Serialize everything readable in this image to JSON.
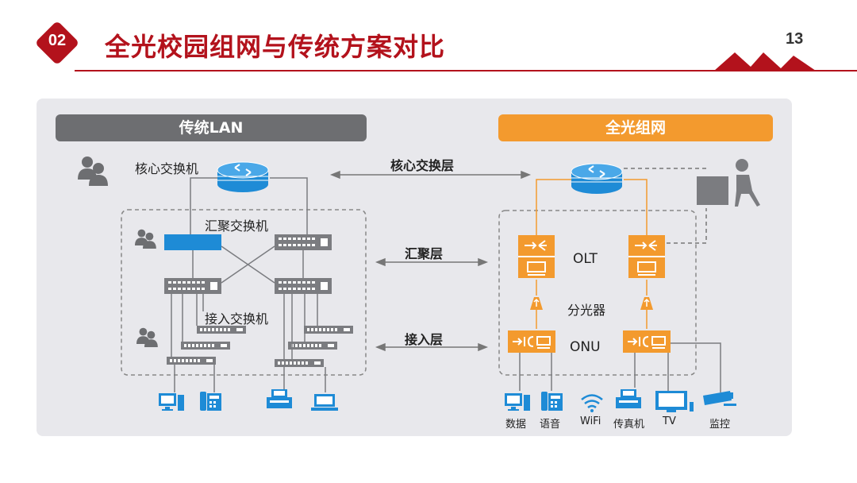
{
  "slide": {
    "section_number": "02",
    "title": "全光校园组网与传统方案对比",
    "page_number": "13"
  },
  "left": {
    "header": "传统LAN",
    "core_label": "核心交换机",
    "aggregation_label": "汇聚交换机",
    "access_label": "接入交换机"
  },
  "right": {
    "header": "全光组网",
    "olt_label": "OLT",
    "splitter_label": "分光器",
    "onu_label": "ONU",
    "terminals": [
      "数据",
      "语音",
      "WiFi",
      "传真机",
      "TV",
      "监控"
    ]
  },
  "layers": {
    "core": "核心交换层",
    "aggregation": "汇聚层",
    "access": "接入层"
  },
  "colors": {
    "brand_red": "#b3121c",
    "left_header": "#6d6e71",
    "right_header": "#f39a2e",
    "switch_blue": "#1e8bd6",
    "orange": "#f39a2e"
  }
}
